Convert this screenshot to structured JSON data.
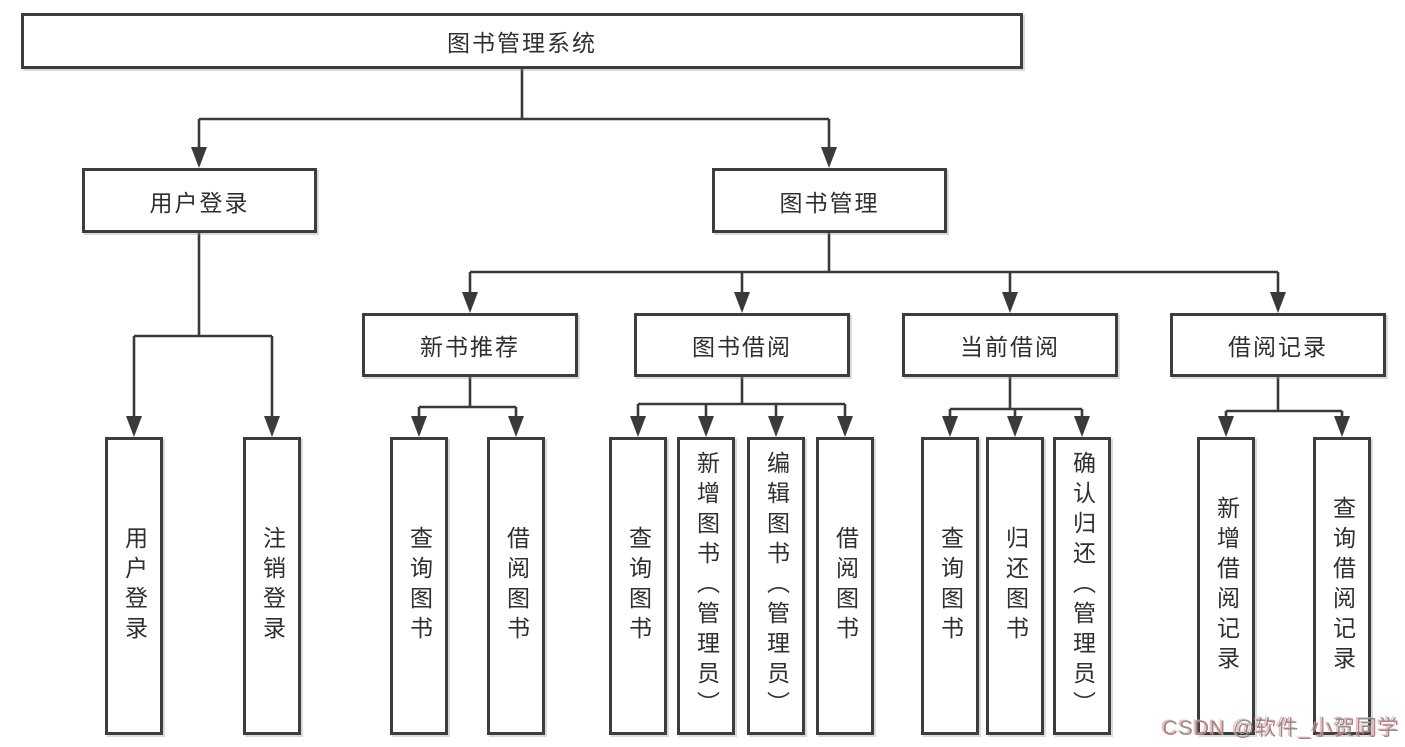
{
  "tree": {
    "label": "图书管理系统",
    "children": [
      {
        "label": "用户登录",
        "children": [
          {
            "label": "用户登录"
          },
          {
            "label": "注销登录"
          }
        ]
      },
      {
        "label": "图书管理",
        "children": [
          {
            "label": "新书推荐",
            "children": [
              {
                "label": "查询图书"
              },
              {
                "label": "借阅图书"
              }
            ]
          },
          {
            "label": "图书借阅",
            "children": [
              {
                "label": "查询图书"
              },
              {
                "label": "新增图书（管理员）"
              },
              {
                "label": "编辑图书（管理员）"
              },
              {
                "label": "借阅图书"
              }
            ]
          },
          {
            "label": "当前借阅",
            "children": [
              {
                "label": "查询图书"
              },
              {
                "label": "归还图书"
              },
              {
                "label": "确认归还（管理员）"
              }
            ]
          },
          {
            "label": "借阅记录",
            "children": [
              {
                "label": "新增借阅记录"
              },
              {
                "label": "查询借阅记录"
              }
            ]
          }
        ]
      }
    ]
  },
  "watermark": {
    "text": "CSDN @软件_小贺同学"
  },
  "colors": {
    "box_border": "#3d3d3d",
    "line": "#3a3a3a",
    "text": "#2f2f2f",
    "background": "#ffffff",
    "watermark_text": "#8f8f8f",
    "watermark_shadow": "#f8a0a0"
  }
}
